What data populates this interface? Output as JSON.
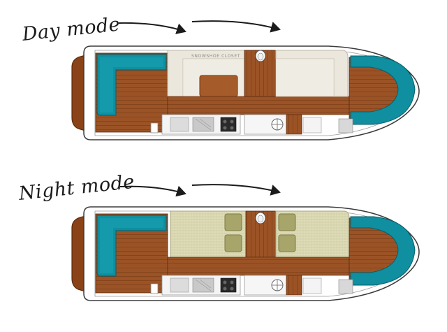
{
  "labels": {
    "day_mode": "Day mode",
    "night_mode": "Night mode",
    "closet_text": "SNOWSHOE CLOSET"
  },
  "icons": [
    "curved-arrow-icon",
    "toilet-icon",
    "sink-icon",
    "stove-icon"
  ],
  "colors": {
    "teak": "#9b5326",
    "teak_dark": "#6e3512",
    "teal_cushion": "#0f8fa0",
    "cream": "#eeeae0",
    "bed_green": "#d9d9b2",
    "pillow_olive": "#a8a56a",
    "hull_white": "#ffffff",
    "outline": "#3b3b3b"
  }
}
